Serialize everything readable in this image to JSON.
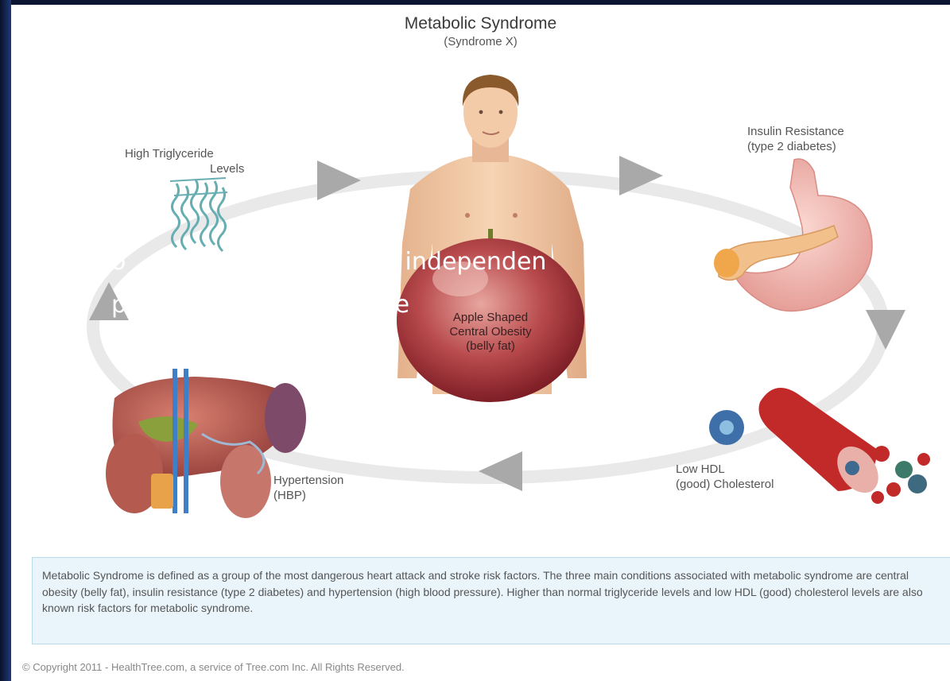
{
  "diagram": {
    "title": "Metabolic Syndrome",
    "subtitle": "(Syndrome X)",
    "labels": {
      "triglyceride": [
        "High Triglyceride",
        "Levels"
      ],
      "insulin": [
        "Insulin Resistance",
        "(type 2 diabetes)"
      ],
      "obesity": [
        "Apple Shaped",
        "Central Obesity",
        "(belly fat)"
      ],
      "hypertension": [
        "Hypertension",
        "(HBP)"
      ],
      "hdl": [
        "Low HDL",
        "(good) Cholesterol"
      ]
    },
    "overlay_fragments": {
      "line1a": "o",
      "line1b": "n independen",
      "line2a": "p",
      "line2b": "se"
    },
    "description": "Metabolic Syndrome is defined as a group of the most dangerous heart attack and stroke risk factors. The three main conditions associated with metabolic syndrome are central obesity (belly fat), insulin resistance (type 2 diabetes) and hypertension (high blood pressure). Higher than normal triglyceride levels and low HDL (good) cholesterol levels are also known risk factors for metabolic syndrome.",
    "copyright": "© Copyright 2011 - HealthTree.com, a service of Tree.com Inc. All Rights Reserved."
  },
  "colors": {
    "background_dark": "#0b1430",
    "ring": "#e9e9e9",
    "arrow": "#a9a9a9",
    "apple_red": "#b0323c",
    "skin": "#f1c9a5",
    "description_box": "#e9f5fb"
  }
}
